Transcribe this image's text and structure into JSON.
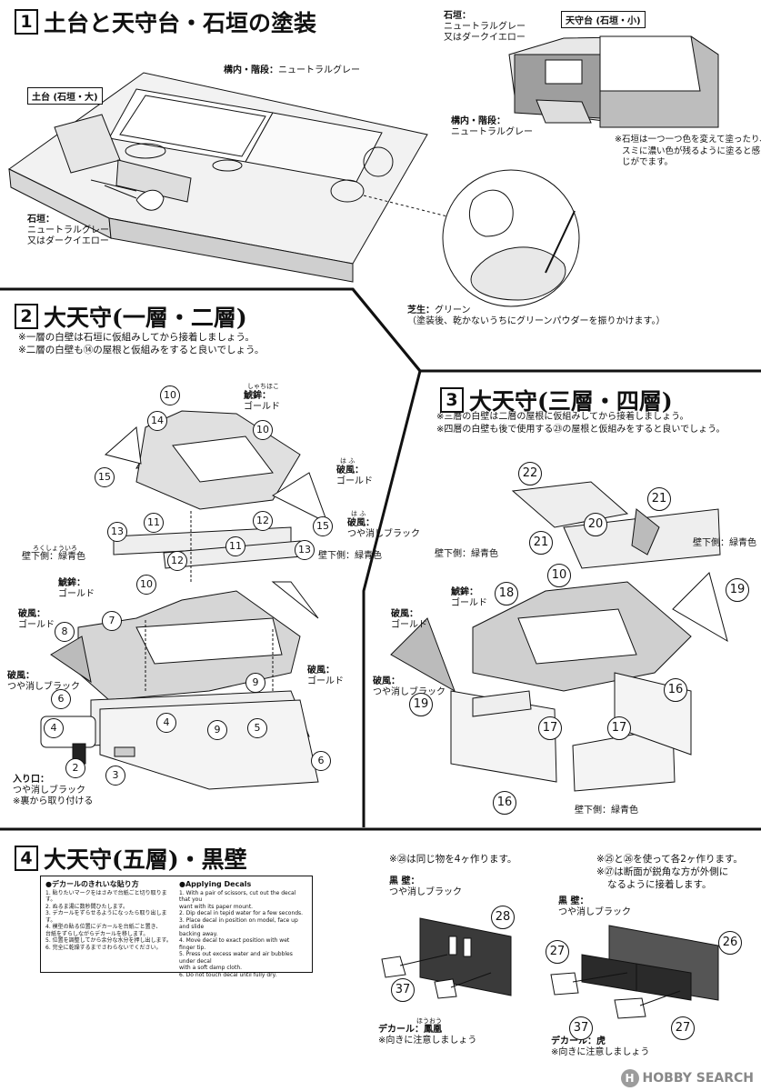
{
  "sections": {
    "s1": {
      "number": "1",
      "title": "土台と天守台・石垣の塗装"
    },
    "s2": {
      "number": "2",
      "title": "大天守(一層・二層)",
      "notes": [
        "※一層の白壁は石垣に仮組みしてから接着しましょう。",
        "※二層の白壁も⑭の屋根と仮組みをすると良いでしょう。"
      ]
    },
    "s3": {
      "number": "3",
      "title": "大天守(三層・四層)",
      "notes": [
        "※三層の白壁は二層の屋根に仮組みしてから接着しましょう。",
        "※四層の白壁も後で使用する㉓の屋根と仮組みをすると良いでしょう。"
      ]
    },
    "s4": {
      "number": "4",
      "title": "大天守(五層)・黒壁"
    }
  },
  "s1_labels": {
    "base_large": "土台 (石垣・大)",
    "base_small": "天守台 (石垣・小)",
    "inner_steps_a": {
      "name": "構内・階段：",
      "value": "ニュートラルグレー"
    },
    "inner_steps_b": {
      "name": "構内・階段：",
      "value": "ニュートラルグレー"
    },
    "stonewall_a": {
      "name": "石垣：",
      "line1": "ニュートラルグレー",
      "line2": "又はダークイエロー"
    },
    "stonewall_b": {
      "name": "石垣：",
      "line1": "ニュートラルグレー",
      "line2": "又はダークイエロー"
    },
    "stonewall_note": [
      "※石垣は一つ一つ色を変えて塗ったり、",
      "スミに濃い色が残るように塗ると感",
      "じがでます。"
    ],
    "lawn": {
      "name": "芝生：",
      "value": "グリーン",
      "note": "（塗装後、乾かないうちにグリーンパウダーを振りかけます。）"
    }
  },
  "s2_labels": {
    "shachi_ruby": "しゃちほこ",
    "shachi_a": {
      "name": "鯱鉾：",
      "value": "ゴールド"
    },
    "hafu_ruby": "は ふ",
    "hafu_gold_a": {
      "name": "破風：",
      "value": "ゴールド"
    },
    "hafu_ruby_b": "は ふ",
    "hafu_black_a": {
      "name": "破風：",
      "value": "つや消しブラック"
    },
    "rokusho_ruby": "ろくしょういろ",
    "wall_under_a": "壁下側：緑青色",
    "wall_under_b": "壁下側：緑青色",
    "shachi_b": {
      "name": "鯱鉾：",
      "value": "ゴールド"
    },
    "hafu_gold_b": {
      "name": "破風：",
      "value": "ゴールド"
    },
    "hafu_black_b": {
      "name": "破風：",
      "value": "つや消しブラック"
    },
    "hafu_gold_c": {
      "name": "破風：",
      "value": "ゴールド"
    },
    "entrance": {
      "name": "入り口：",
      "value": "つや消しブラック",
      "note": "※裏から取り付ける"
    }
  },
  "s3_labels": {
    "wall_under_a": "壁下側：緑青色",
    "wall_under_b": "壁下側：緑青色",
    "wall_under_c": "壁下側：緑青色",
    "shachi": {
      "name": "鯱鉾：",
      "value": "ゴールド"
    },
    "hafu_gold": {
      "name": "破風：",
      "value": "ゴールド"
    },
    "hafu_black": {
      "name": "破風：",
      "value": "つや消しブラック"
    }
  },
  "s4_labels": {
    "note_28": "※㉘は同じ物を4ヶ作ります。",
    "note_25_26": [
      "※㉕と㉖を使って各2ヶ作ります。",
      "※㉗は断面が鋭角な方が外側に",
      "なるように接着します。"
    ],
    "black_wall_a": {
      "name": "黒 壁：",
      "value": "つや消しブラック"
    },
    "black_wall_b": {
      "name": "黒 壁：",
      "value": "つや消しブラック"
    },
    "decal_phoenix": {
      "ruby": "ほうおう",
      "name": "デカール：鳳凰",
      "note": "※向きに注意しましょう"
    },
    "decal_tiger": {
      "name": "デカール：虎",
      "note": "※向きに注意しましょう"
    }
  },
  "decal_guide": {
    "jp_title": "●デカールのきれいな貼り方",
    "jp_steps": [
      "1. 貼りたいマークをはさみで台紙ごと切り取ります。",
      "2. ぬるま湯に数秒間ひたします。",
      "3. デカールをずらせるようになったら取り出します。",
      "4. 模型の貼る位置にデカールを台紙ごと置き、",
      "   台紙をずらしながらデカールを移します。",
      "5. 位置を調整してから余分な水分を押し出します。",
      "6. 完全に乾燥するまでさわらないでください。"
    ],
    "en_title": "●Applying Decals",
    "en_steps": [
      "1. With a pair of scissors, cut out the decal that you",
      "   want with its paper mount.",
      "2. Dip decal in tepid water for a few seconds.",
      "3. Place decal in position on model, face up and slide",
      "   backing away.",
      "4. Move decal to exact position with wet finger tip.",
      "5. Press out excess water and air bubbles under decal",
      "   with a soft damp cloth.",
      "6. Do not touch decal until fully dry."
    ]
  },
  "watermark": "HOBBY SEARCH",
  "watermark_logo": "H"
}
